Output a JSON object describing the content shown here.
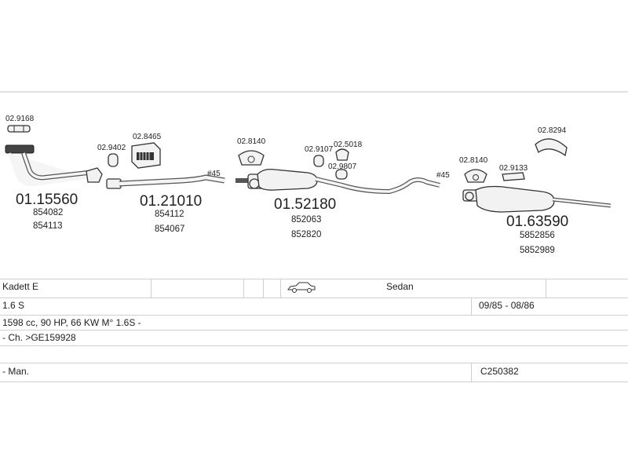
{
  "parts": {
    "p1": {
      "main": "01.15560",
      "alt1": "854082",
      "alt2": "854113"
    },
    "p2": {
      "main": "01.21010",
      "alt1": "854112",
      "alt2": "854067"
    },
    "p3": {
      "main": "01.52180",
      "alt1": "852063",
      "alt2": "852820"
    },
    "p4": {
      "main": "01.63590",
      "alt1": "5852856",
      "alt2": "5852989"
    }
  },
  "fittings": {
    "f1": "02.9168",
    "f2": "02.9402",
    "f3": "02.8465",
    "f4": "02.8140",
    "f5": "02.9107",
    "f6": "02.5018",
    "f7": "02.9807",
    "f8": "02.8140",
    "f9": "02.9133",
    "f10": "02.8294"
  },
  "diameters": {
    "d1": "#45",
    "d2": "#45"
  },
  "table": {
    "model": "Kadett  E",
    "body": "Sedan",
    "engine": "1.6 S",
    "years": "09/85 - 08/86",
    "specs": "1598 cc, 90 HP, 66 KW M° 1.6S -",
    "chassis": "- Ch. >GE159928",
    "transmission": "- Man.",
    "code": "C250382"
  },
  "icons": {
    "car": "sedan-car-icon"
  }
}
